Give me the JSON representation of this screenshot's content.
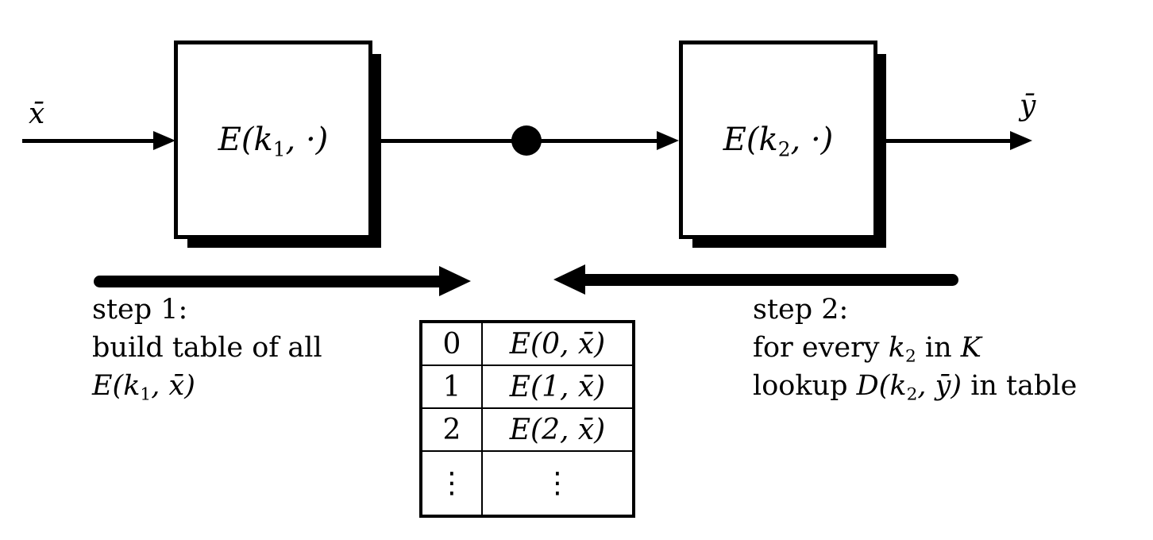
{
  "diagram": {
    "input_label": "x̄",
    "output_label": "ȳ",
    "box1": {
      "pre": "E(k",
      "sub": "1",
      "post": ", ·)"
    },
    "box2": {
      "pre": "E(k",
      "sub": "2",
      "post": ", ·)"
    }
  },
  "step1": {
    "title": "step 1:",
    "line2": "build table of all",
    "formula": {
      "pre": "E(k",
      "sub": "1",
      "post": ", x̄)"
    }
  },
  "step2": {
    "title": "step 2:",
    "line2": {
      "a": "for every ",
      "b": "k",
      "bsub": "2",
      "c": " in ",
      "d": "K"
    },
    "line3": {
      "a": "lookup ",
      "b": "D(k",
      "bsub": "2",
      "c": ", ȳ)",
      "d": " in table"
    }
  },
  "table": {
    "rows": [
      {
        "key": "0",
        "value": "E(0, x̄)"
      },
      {
        "key": "1",
        "value": "E(1, x̄)"
      },
      {
        "key": "2",
        "value": "E(2, x̄)"
      },
      {
        "key": "⋮",
        "value": "⋮"
      }
    ]
  }
}
